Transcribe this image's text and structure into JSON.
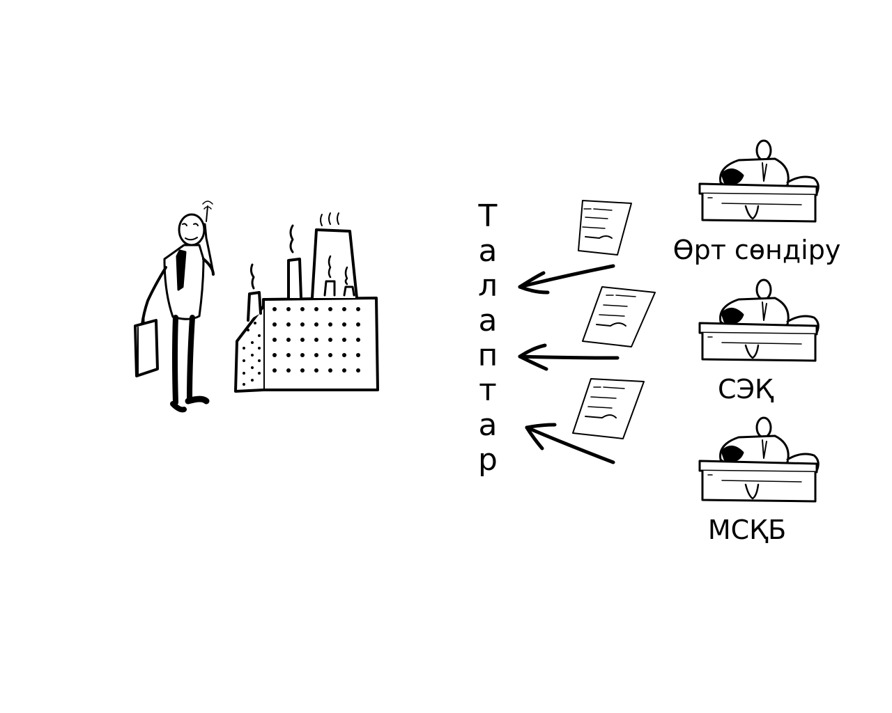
{
  "vertical_title": [
    "Т",
    "а",
    "л",
    "а",
    "п",
    "т",
    "а",
    "р"
  ],
  "agencies": [
    {
      "label": "Өрт сөндіру"
    },
    {
      "label": "СЭҚ"
    },
    {
      "label": "МСҚБ"
    }
  ],
  "icons": {
    "businessman": "businessman-phone-icon",
    "factory": "factory-icon",
    "document": "document-icon",
    "official": "official-desk-icon",
    "arrow": "arrow-left-icon"
  },
  "colors": {
    "ink": "#000000",
    "paper": "#ffffff"
  }
}
